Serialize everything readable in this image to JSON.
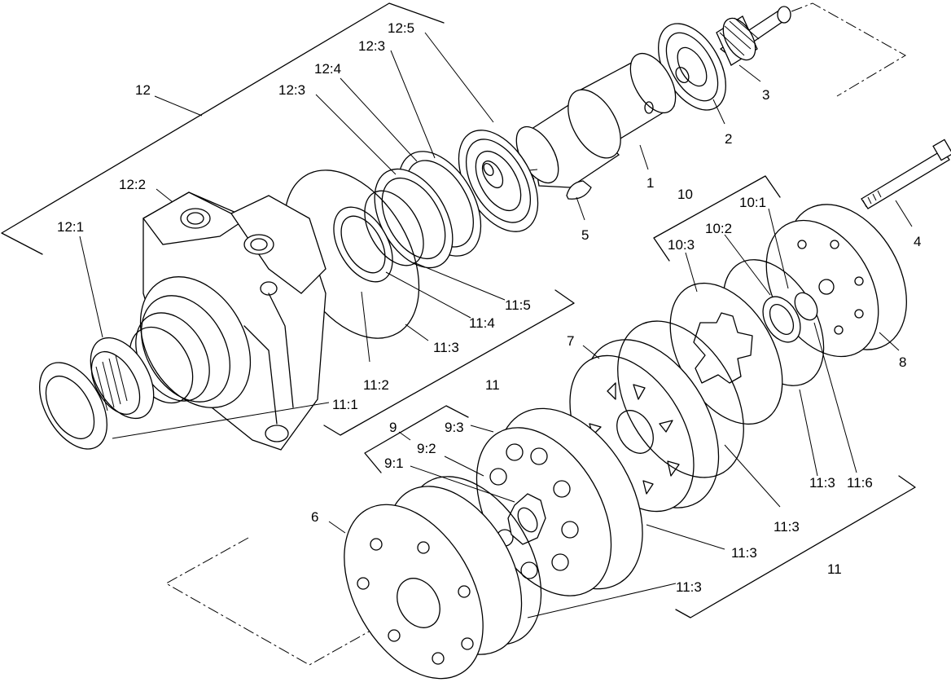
{
  "labels": {
    "l1": "1",
    "l2": "2",
    "l3": "3",
    "l4": "4",
    "l5": "5",
    "l6": "6",
    "l7": "7",
    "l8": "8",
    "l9": "9",
    "l9_1": "9:1",
    "l9_2": "9:2",
    "l9_3": "9:3",
    "l10": "10",
    "l10_1": "10:1",
    "l10_2": "10:2",
    "l10_3": "10:3",
    "l11a": "11",
    "l11b": "11",
    "l11_1": "11:1",
    "l11_2": "11:2",
    "l11_3a": "11:3",
    "l11_3b": "11:3",
    "l11_3c": "11:3",
    "l11_3d": "11:3",
    "l11_3e": "11:3",
    "l11_4": "11:4",
    "l11_5": "11:5",
    "l11_6": "11:6",
    "l12": "12",
    "l12_1": "12:1",
    "l12_2": "12:2",
    "l12_3a": "12:3",
    "l12_3b": "12:3",
    "l12_4": "12:4",
    "l12_5": "12:5"
  }
}
